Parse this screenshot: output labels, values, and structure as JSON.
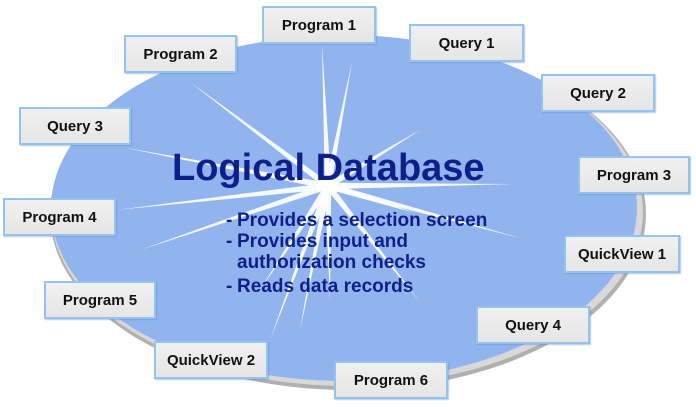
{
  "diagram": {
    "center": {
      "title": "Logical Database",
      "bullets": [
        {
          "dash": "-",
          "lines": [
            "Provides a selection screen"
          ]
        },
        {
          "dash": "-",
          "lines": [
            "Provides input and",
            "authorization checks"
          ]
        },
        {
          "dash": "-",
          "lines": [
            "Reads data records"
          ]
        }
      ]
    },
    "nodes": [
      {
        "id": "program-1",
        "label": "Program 1"
      },
      {
        "id": "query-1",
        "label": "Query 1"
      },
      {
        "id": "query-2",
        "label": "Query 2"
      },
      {
        "id": "program-3",
        "label": "Program 3"
      },
      {
        "id": "quickview-1",
        "label": "QuickView 1"
      },
      {
        "id": "query-4",
        "label": "Query 4"
      },
      {
        "id": "program-6",
        "label": "Program 6"
      },
      {
        "id": "quickview-2",
        "label": "QuickView 2"
      },
      {
        "id": "program-5",
        "label": "Program 5"
      },
      {
        "id": "program-4",
        "label": "Program 4"
      },
      {
        "id": "query-3",
        "label": "Query 3"
      },
      {
        "id": "program-2",
        "label": "Program 2"
      }
    ],
    "colors": {
      "ellipse_fill": "#92b4ee",
      "ellipse_shadow": "#a6a6a6",
      "ray": "#ffffff",
      "title_text": "#0f1f8a",
      "node_border": "#93c4ef",
      "node_fill": "#ebebeb",
      "node_text": "#111111"
    }
  }
}
